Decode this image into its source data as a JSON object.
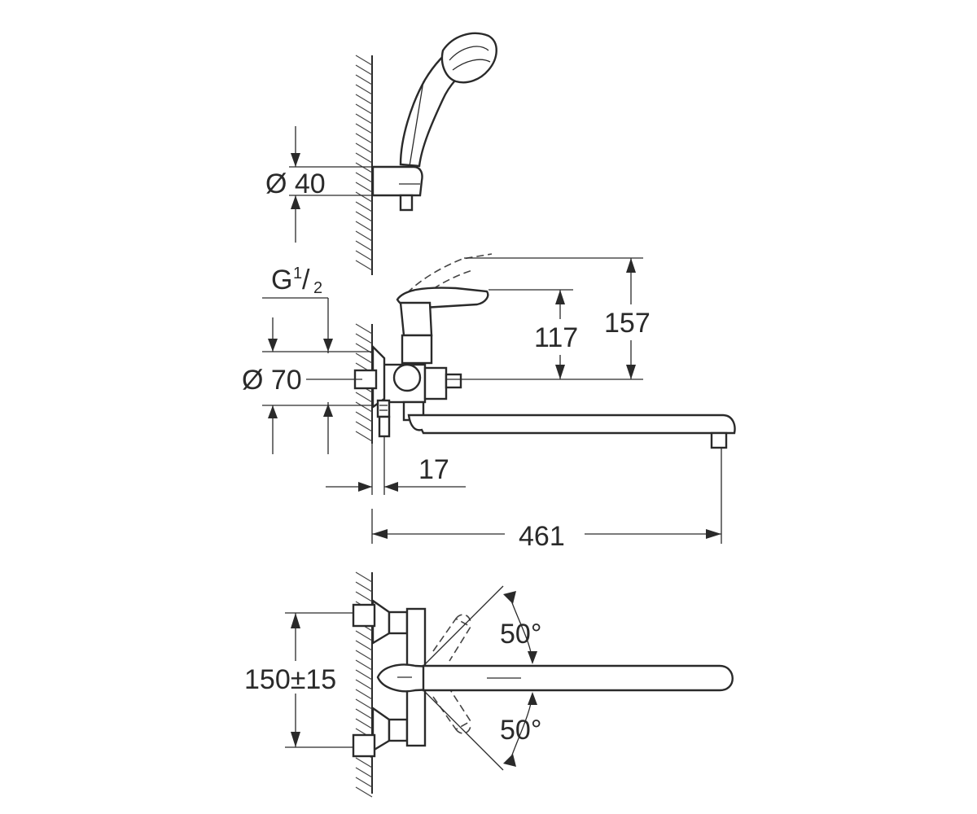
{
  "dimensions": {
    "dia_holder": "Ø 40",
    "thread_g": "G",
    "thread_num": "1",
    "thread_den": "2",
    "dia_flange": "Ø 70",
    "height_lever": "117",
    "height_total": "157",
    "offset_wall": "17",
    "spout_reach": "461",
    "connection_spacing": "150±15",
    "angle_upper": "50°",
    "angle_lower": "50°"
  },
  "colors": {
    "line": "#2a2a2a",
    "background": "#ffffff"
  }
}
